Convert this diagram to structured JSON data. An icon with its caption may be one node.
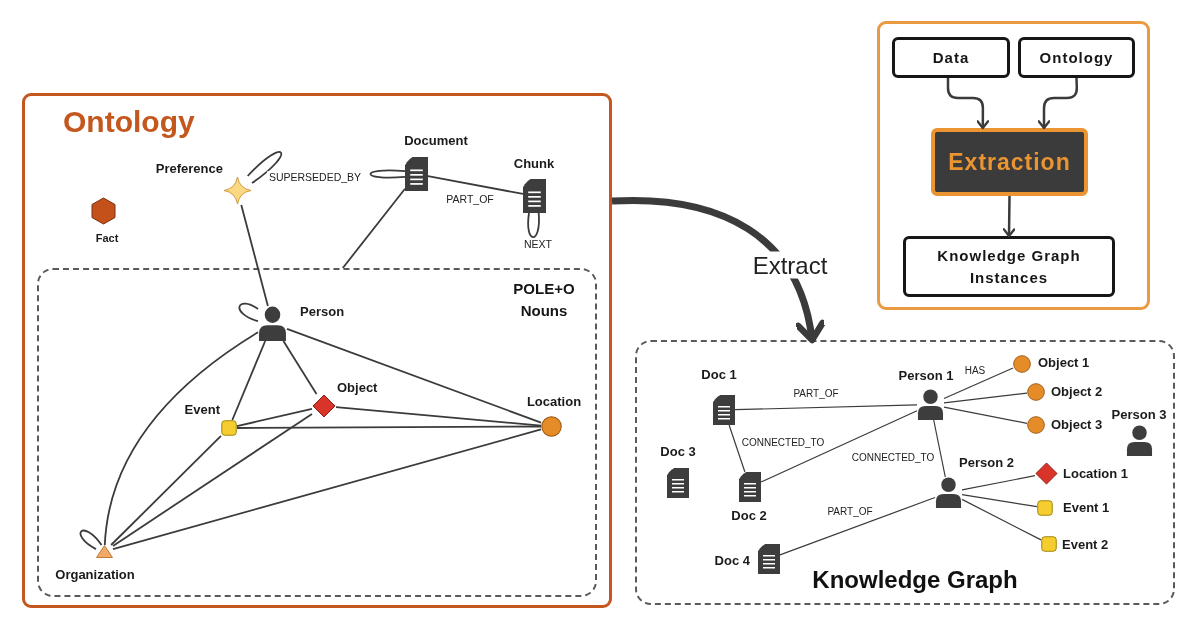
{
  "diagram": {
    "nodes": [
      {
        "text": [
          "Ontology"
        ]
      },
      {
        "text": [
          "Preference"
        ],
        "in": 0
      },
      {
        "text": [
          "Document"
        ],
        "in": 0
      },
      {
        "text": [
          "Chunk"
        ],
        "in": 0
      },
      {
        "text": [
          "Fact"
        ],
        "in": 0
      },
      {
        "text": [
          "POLE+O Nouns"
        ],
        "in": 0
      },
      {
        "text": [
          "Person"
        ],
        "in": 5
      },
      {
        "text": [
          "Event"
        ],
        "in": 5
      },
      {
        "text": [
          "Object"
        ],
        "in": 5
      },
      {
        "text": [
          "Location"
        ],
        "in": 5
      },
      {
        "text": [
          "Organization"
        ],
        "in": 5
      },
      {
        "text": [],
        "shape": "box"
      },
      {
        "text": [
          "Data"
        ],
        "in": 11
      },
      {
        "text": [
          "Ontology"
        ],
        "in": 11
      },
      {
        "text": [
          "Extraction"
        ],
        "in": 11
      },
      {
        "text": [
          "Knowledge Graph Instances"
        ],
        "in": 11
      },
      {
        "text": [
          "Knowledge Graph"
        ]
      },
      {
        "text": [
          "Doc 1"
        ],
        "in": 16
      },
      {
        "text": [
          "Doc 2"
        ],
        "in": 16
      },
      {
        "text": [
          "Doc 3"
        ],
        "in": 16
      },
      {
        "text": [
          "Doc 4"
        ],
        "in": 16
      },
      {
        "text": [
          "Person 1"
        ],
        "in": 16
      },
      {
        "text": [
          "Person 2"
        ],
        "in": 16
      },
      {
        "text": [
          "Person 3"
        ],
        "in": 16
      },
      {
        "text": [
          "Object 1"
        ],
        "in": 16
      },
      {
        "text": [
          "Object 2"
        ],
        "in": 16
      },
      {
        "text": [
          "Object 3"
        ],
        "in": 16
      },
      {
        "text": [
          "Location 1"
        ],
        "in": 16
      },
      {
        "text": [
          "Event 1"
        ],
        "in": 16
      },
      {
        "text": [
          "Event 2"
        ],
        "in": 16
      }
    ],
    "edges": [
      {
        "from": 1,
        "to": 1,
        "arrow": "none",
        "label": "SUPERSEDED_BY"
      },
      {
        "from": 2,
        "to": 2,
        "arrow": "none"
      },
      {
        "from": 2,
        "to": 3,
        "arrow": "none",
        "label": "PART_OF"
      },
      {
        "from": 3,
        "to": 3,
        "arrow": "none",
        "label": "NEXT"
      },
      {
        "from": 2,
        "to": 5,
        "arrow": "none"
      },
      {
        "from": 1,
        "to": 6,
        "arrow": "none"
      },
      {
        "from": 6,
        "to": 6,
        "arrow": "none"
      },
      {
        "from": 6,
        "to": 10,
        "arrow": "none"
      },
      {
        "from": 6,
        "to": 7,
        "arrow": "none"
      },
      {
        "from": 6,
        "to": 8,
        "arrow": "none"
      },
      {
        "from": 6,
        "to": 9,
        "arrow": "none"
      },
      {
        "from": 7,
        "to": 8,
        "arrow": "none"
      },
      {
        "from": 7,
        "to": 9,
        "arrow": "none"
      },
      {
        "from": 8,
        "to": 9,
        "arrow": "none"
      },
      {
        "from": 7,
        "to": 10,
        "arrow": "none"
      },
      {
        "from": 8,
        "to": 10,
        "arrow": "none"
      },
      {
        "from": 9,
        "to": 10,
        "arrow": "none"
      },
      {
        "from": 10,
        "to": 10,
        "arrow": "none"
      },
      {
        "from": 0,
        "to": 16,
        "arrow": "to",
        "label": "Extract",
        "style": "thick"
      },
      {
        "from": 12,
        "to": 14,
        "arrow": "to"
      },
      {
        "from": 13,
        "to": 14,
        "arrow": "to"
      },
      {
        "from": 14,
        "to": 15,
        "arrow": "to"
      },
      {
        "from": 17,
        "to": 21,
        "arrow": "none",
        "label": "PART_OF"
      },
      {
        "from": 17,
        "to": 18,
        "arrow": "none",
        "label": "CONNECTED_TO"
      },
      {
        "from": 18,
        "to": 21,
        "arrow": "none"
      },
      {
        "from": 21,
        "to": 22,
        "arrow": "none",
        "label": "CONNECTED_TO"
      },
      {
        "from": 20,
        "to": 22,
        "arrow": "none",
        "label": "PART_OF"
      },
      {
        "from": 21,
        "to": 24,
        "arrow": "none",
        "label": "HAS"
      },
      {
        "from": 21,
        "to": 25,
        "arrow": "none"
      },
      {
        "from": 21,
        "to": 26,
        "arrow": "none"
      },
      {
        "from": 22,
        "to": 27,
        "arrow": "none"
      },
      {
        "from": 22,
        "to": 28,
        "arrow": "none"
      },
      {
        "from": 22,
        "to": 29,
        "arrow": "none"
      }
    ]
  }
}
